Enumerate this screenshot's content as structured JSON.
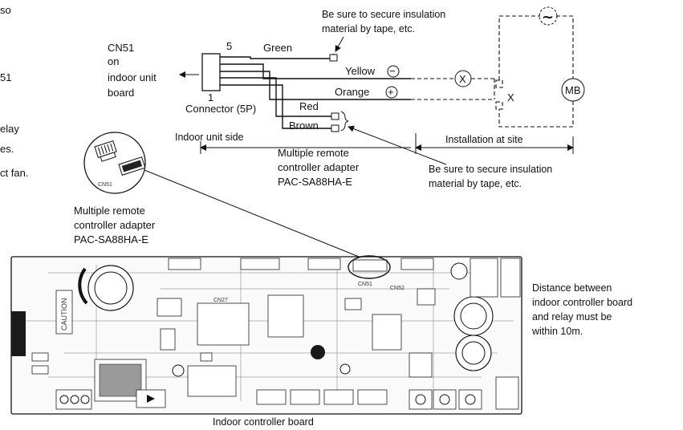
{
  "left_margin_text": {
    "line1": "so",
    "line2": "51",
    "line3": "elay",
    "line4": "es.",
    "line5": "ct fan."
  },
  "cn51_label": {
    "line1": "CN51",
    "line2": "on",
    "line3": "indoor unit",
    "line4": "board"
  },
  "connector": {
    "pin_top": "5",
    "pin_bottom": "1",
    "label": "Connector (5P)"
  },
  "wires": {
    "green": "Green",
    "yellow": "Yellow",
    "orange": "Orange",
    "red": "Red",
    "brown": "Brown"
  },
  "notes": {
    "insulation_top_line1": "Be sure to secure insulation",
    "insulation_top_line2": "material by tape, etc.",
    "insulation_bottom_line1": "Be sure to secure insulation",
    "insulation_bottom_line2": "material by tape, etc."
  },
  "sides": {
    "indoor_unit_side": "Indoor unit side",
    "installation_at_site": "Installation at site"
  },
  "adapter_center": {
    "line1": "Multiple remote",
    "line2": "controller adapter",
    "line3": "PAC-SA88HA-E"
  },
  "adapter_left": {
    "line1": "Multiple remote",
    "line2": "controller adapter",
    "line3": "PAC-SA88HA-E"
  },
  "callout_cn51": "CN51",
  "symbols": {
    "ac": "~",
    "relay": "X",
    "contact": "X",
    "motor": "MB",
    "minus": "−",
    "plus": "+"
  },
  "distance_note": {
    "line1": "Distance between",
    "line2": "indoor controller board",
    "line3": "and relay must be",
    "line4": "within 10m."
  },
  "board_label": "Indoor controller board",
  "board_marks": {
    "caution": "CAUTION",
    "cn27": "CN27",
    "cn52": "CN52",
    "cn51_board": "CN51"
  }
}
